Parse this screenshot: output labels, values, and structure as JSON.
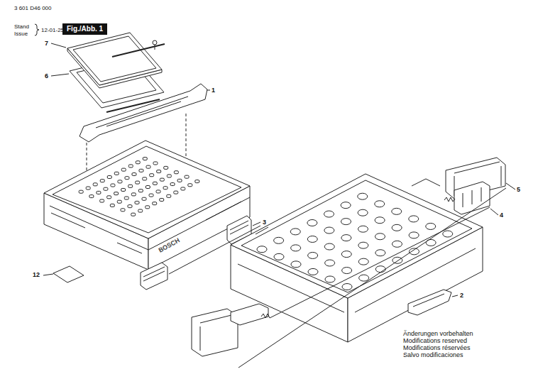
{
  "diagram": {
    "title": "3 601 D46 000",
    "nodes": [
      {
        "text": [
          "Fig./Abb. 1"
        ]
      }
    ],
    "labels": [
      "Stand",
      "Issue",
      "12-01-25",
      "7",
      "6",
      "1",
      "BOSCH",
      "3",
      "12",
      "5",
      "4",
      "2",
      "Änderungen vorbehalten",
      "Modifications reserved",
      "Modifications réservées",
      "Salvo modificaciones"
    ]
  }
}
